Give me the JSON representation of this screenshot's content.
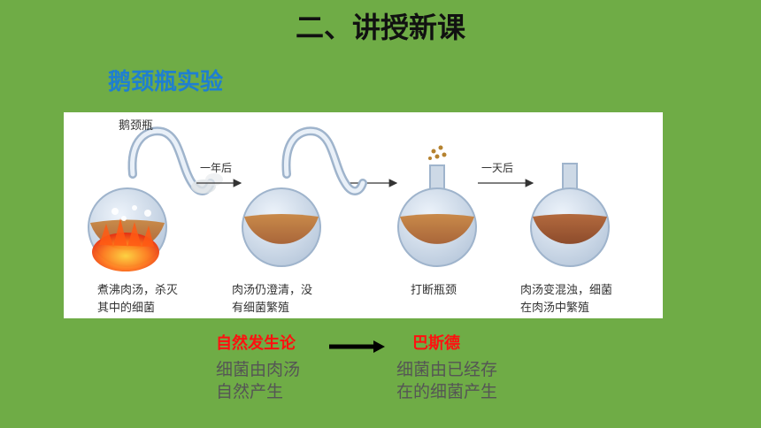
{
  "slide": {
    "title": "二、讲授新课",
    "subtitle": "鹅颈瓶实验"
  },
  "figure": {
    "flask_label": "鹅颈瓶",
    "arrow_labels": [
      "一年后",
      "",
      "一天后"
    ],
    "captions": [
      {
        "line1": "煮沸肉汤，杀灭",
        "line2": "其中的细菌"
      },
      {
        "line1": "肉汤仍澄清，没",
        "line2": "有细菌繁殖"
      },
      {
        "line1": "打断瓶颈",
        "line2": ""
      },
      {
        "line1": "肉汤变混浊，细菌",
        "line2": "在肉汤中繁殖"
      }
    ]
  },
  "comparison": {
    "left_title": "自然发生论",
    "left_desc_line1": "细菌由肉汤",
    "left_desc_line2": "自然产生",
    "right_title": "巴斯德",
    "right_desc_line1": "细菌由已经存",
    "right_desc_line2": "在的细菌产生"
  },
  "colors": {
    "background": "#6fac46",
    "subtitle": "#1f7fd0",
    "theory_title": "#ff1010"
  }
}
